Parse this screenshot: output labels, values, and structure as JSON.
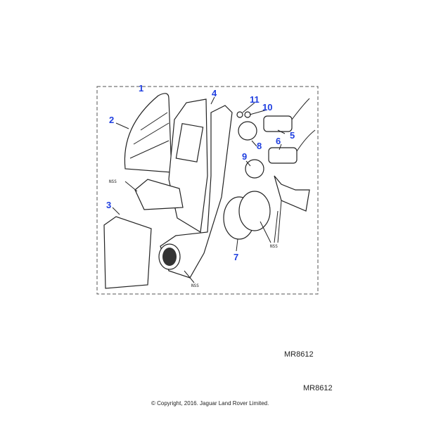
{
  "diagram": {
    "callouts": [
      "1",
      "2",
      "3",
      "4",
      "5",
      "6",
      "7",
      "8",
      "9",
      "10",
      "11"
    ],
    "nss_label": "NSS",
    "accent_color": "#1f3fe0"
  },
  "reference_code_top": "MR8612",
  "reference_code_bottom": "MR8612",
  "copyright": "© Copyright, 2016. Jaguar Land Rover Limited."
}
